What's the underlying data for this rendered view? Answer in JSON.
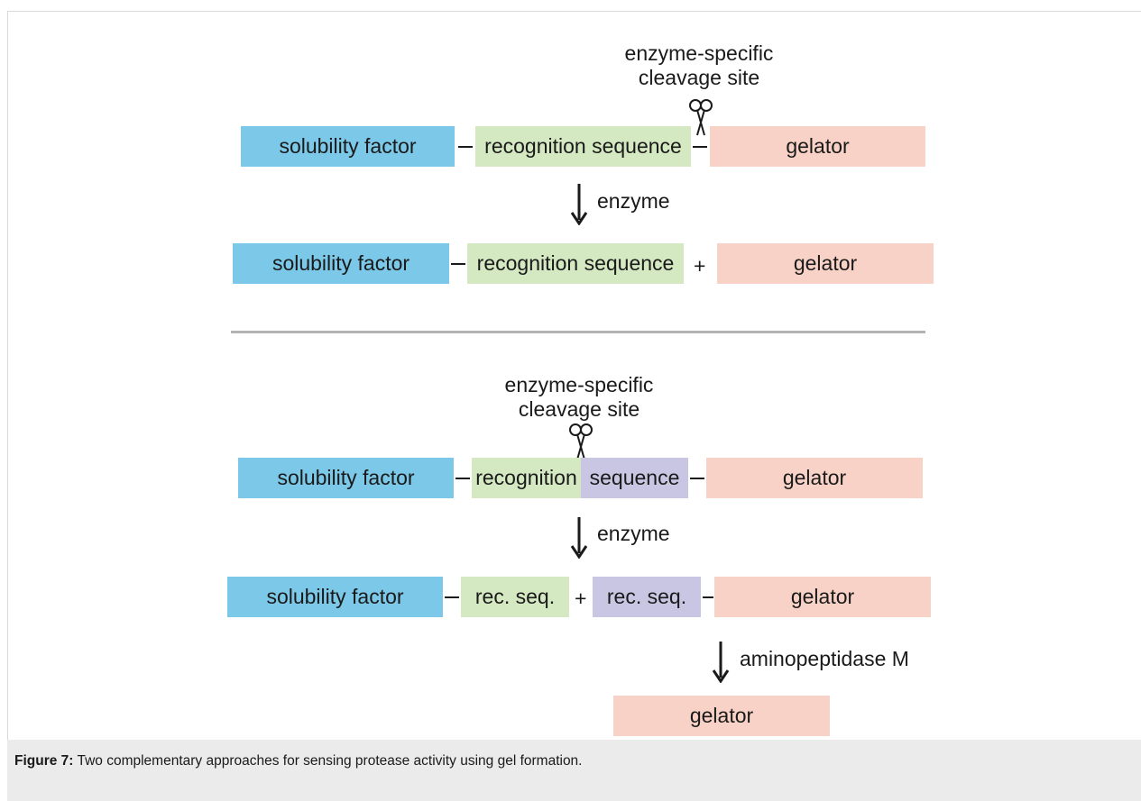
{
  "top": {
    "cleavage_label": [
      "enzyme-specific",
      "cleavage site"
    ],
    "row1": {
      "solubility": "solubility factor",
      "recognition": "recognition sequence",
      "gelator": "gelator"
    },
    "arrow_label": "enzyme",
    "row2": {
      "solubility": "solubility factor",
      "recognition": "recognition sequence",
      "plus": "+",
      "gelator": "gelator"
    }
  },
  "bottom": {
    "cleavage_label": [
      "enzyme-specific",
      "cleavage site"
    ],
    "row1": {
      "solubility": "solubility factor",
      "recognition_a": "recognition",
      "recognition_b": "sequence",
      "gelator": "gelator"
    },
    "arrow1_label": "enzyme",
    "row2": {
      "solubility": "solubility factor",
      "rec_a": "rec. seq.",
      "plus": "+",
      "rec_b": "rec. seq.",
      "gelator": "gelator"
    },
    "arrow2_label": "aminopeptidase M",
    "row3": {
      "gelator": "gelator"
    }
  },
  "caption": {
    "label": "Figure 7:",
    "text": " Two complementary approaches for sensing protease activity using gel formation."
  },
  "colors": {
    "solubility": "#7cc8e8",
    "recognition": "#d4e8c2",
    "gelator": "#f8d2c6",
    "recognition_alt": "#c8c6e2"
  },
  "icons": {
    "cleavage": "scissors-icon",
    "reaction": "arrow-down-icon"
  }
}
